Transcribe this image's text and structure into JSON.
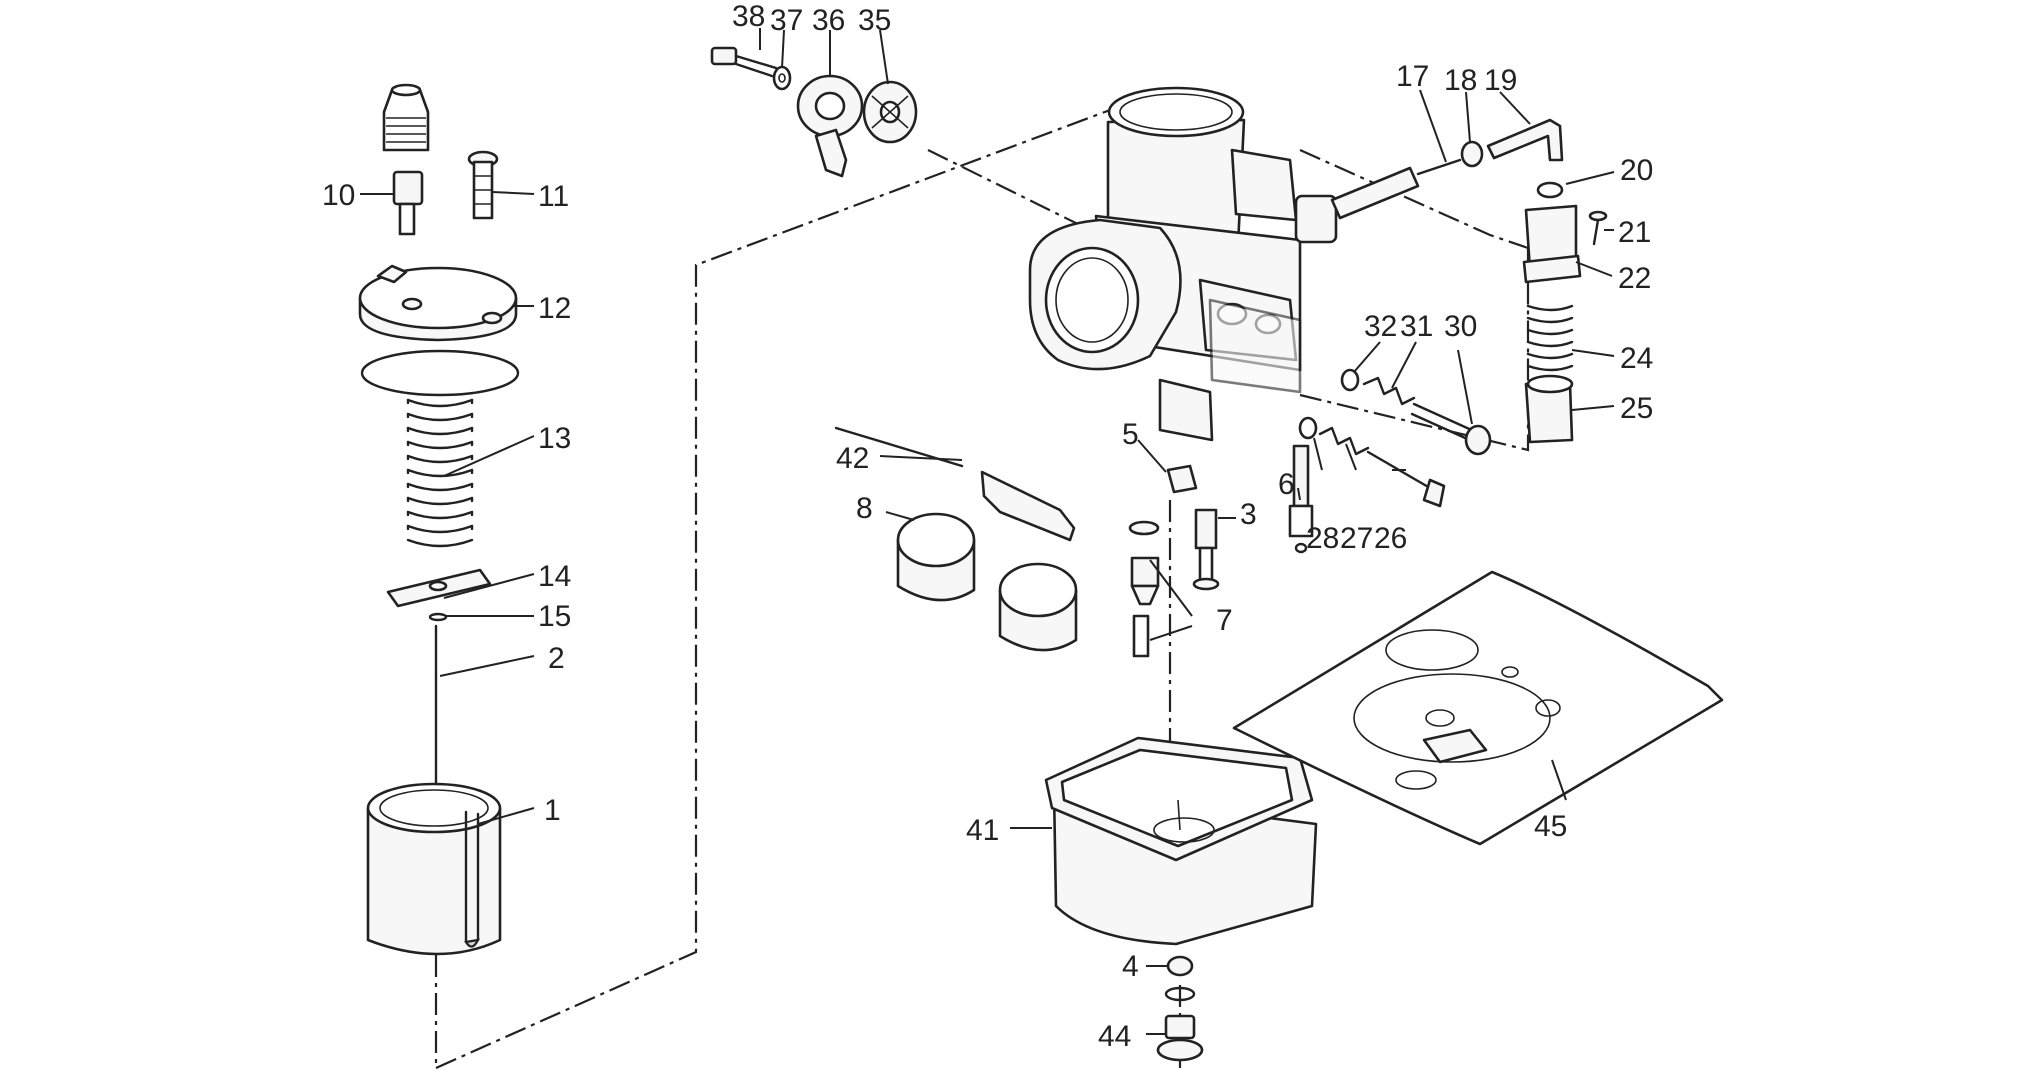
{
  "callouts": [
    {
      "id": "c1",
      "text": "1"
    },
    {
      "id": "c2",
      "text": "2"
    },
    {
      "id": "c3",
      "text": "3"
    },
    {
      "id": "c4",
      "text": "4"
    },
    {
      "id": "c5",
      "text": "5"
    },
    {
      "id": "c6",
      "text": "6"
    },
    {
      "id": "c7",
      "text": "7"
    },
    {
      "id": "c8",
      "text": "8"
    },
    {
      "id": "c10",
      "text": "10"
    },
    {
      "id": "c11",
      "text": "11"
    },
    {
      "id": "c12",
      "text": "12"
    },
    {
      "id": "c13",
      "text": "13"
    },
    {
      "id": "c14",
      "text": "14"
    },
    {
      "id": "c15",
      "text": "15"
    },
    {
      "id": "c17",
      "text": "17"
    },
    {
      "id": "c18",
      "text": "18"
    },
    {
      "id": "c19",
      "text": "19"
    },
    {
      "id": "c20",
      "text": "20"
    },
    {
      "id": "c21",
      "text": "21"
    },
    {
      "id": "c22",
      "text": "22"
    },
    {
      "id": "c24",
      "text": "24"
    },
    {
      "id": "c25",
      "text": "25"
    },
    {
      "id": "c26",
      "text": "26"
    },
    {
      "id": "c27",
      "text": "27"
    },
    {
      "id": "c28",
      "text": "28"
    },
    {
      "id": "c30",
      "text": "30"
    },
    {
      "id": "c31",
      "text": "31"
    },
    {
      "id": "c32",
      "text": "32"
    },
    {
      "id": "c35",
      "text": "35"
    },
    {
      "id": "c36",
      "text": "36"
    },
    {
      "id": "c37",
      "text": "37"
    },
    {
      "id": "c38",
      "text": "38"
    },
    {
      "id": "c41",
      "text": "41"
    },
    {
      "id": "c42",
      "text": "42"
    },
    {
      "id": "c44",
      "text": "44"
    },
    {
      "id": "c45",
      "text": "45"
    }
  ]
}
